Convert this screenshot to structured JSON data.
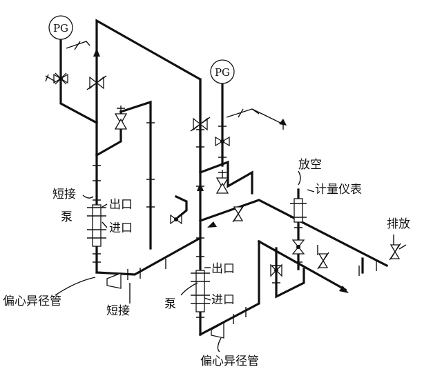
{
  "gauges": {
    "left": "PG",
    "right": "PG"
  },
  "labels": {
    "short_pipe_top": "短接",
    "pump_left": "泵",
    "outlet_left": "出口",
    "inlet_left": "进口",
    "reducer_left": "偏心异径管",
    "short_pipe_bottom": "短接",
    "outlet_right": "出口",
    "pump_right": "泵",
    "inlet_right": "进口",
    "reducer_right": "偏心异径管",
    "vent": "放空",
    "meter": "计量仪表",
    "drain": "排放"
  }
}
